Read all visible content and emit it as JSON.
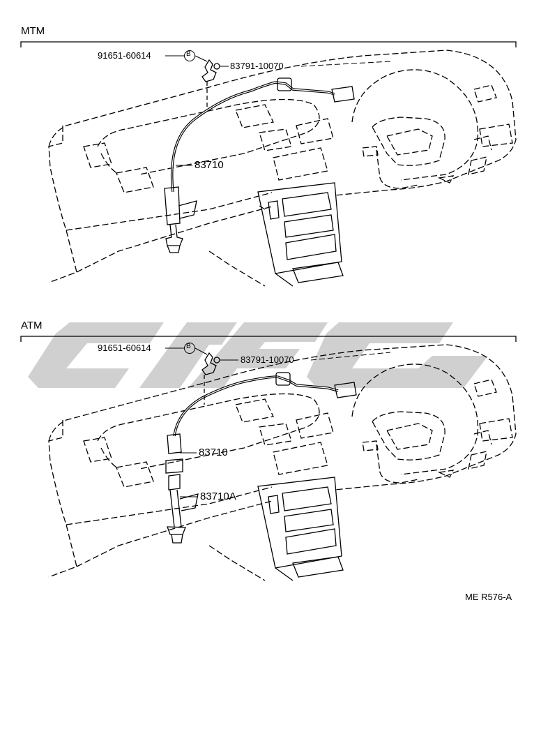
{
  "sections": [
    {
      "label": "MTM",
      "callouts": {
        "bolt": "91651-60614",
        "bolt_marker": "B",
        "clamp": "83791-10070",
        "cable": "83710"
      }
    },
    {
      "label": "ATM",
      "callouts": {
        "bolt": "91651-60614",
        "bolt_marker": "B",
        "clamp": "83791-10070",
        "cable": "83710",
        "cable_sub": "83710A"
      }
    }
  ],
  "reference": "ME R576-A",
  "colors": {
    "line": "#000000",
    "watermark": "#c8c8c8"
  }
}
